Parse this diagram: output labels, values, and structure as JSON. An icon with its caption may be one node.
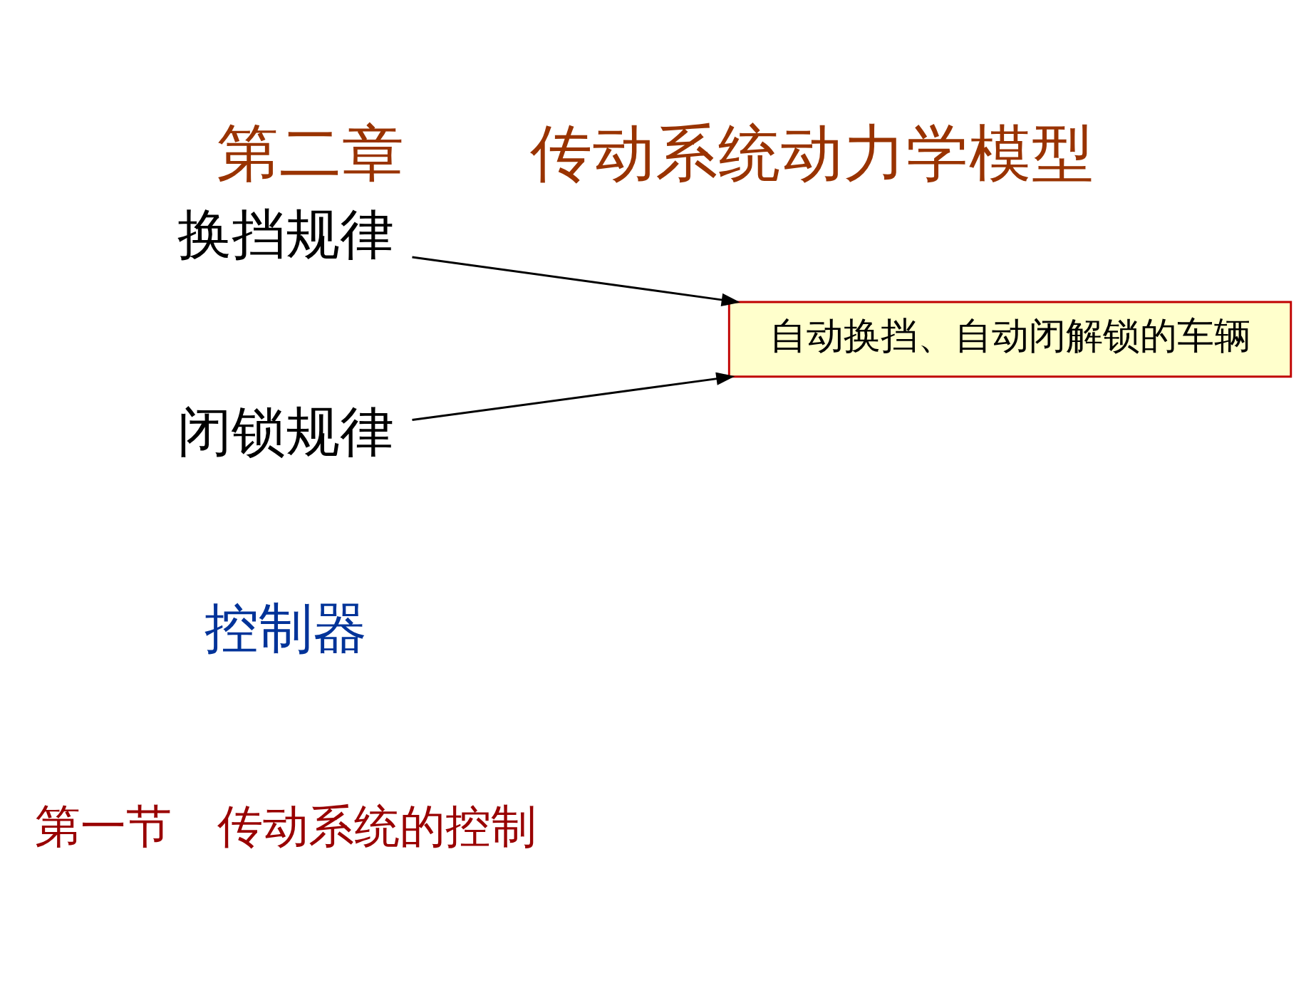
{
  "diagram": {
    "title": "第二章　　传动系统动力学模型",
    "nodes": [
      {
        "text": [
          "换挡规律"
        ]
      },
      {
        "text": [
          "闭锁规律"
        ]
      },
      {
        "text": [
          "自动换挡、自动闭解锁的车辆"
        ]
      }
    ],
    "edges": [
      {
        "from": 0,
        "to": 2,
        "arrow": "to"
      },
      {
        "from": 1,
        "to": 2,
        "arrow": "to"
      }
    ],
    "labels": [
      "第一节　传动系统的控制",
      "控制器"
    ]
  }
}
